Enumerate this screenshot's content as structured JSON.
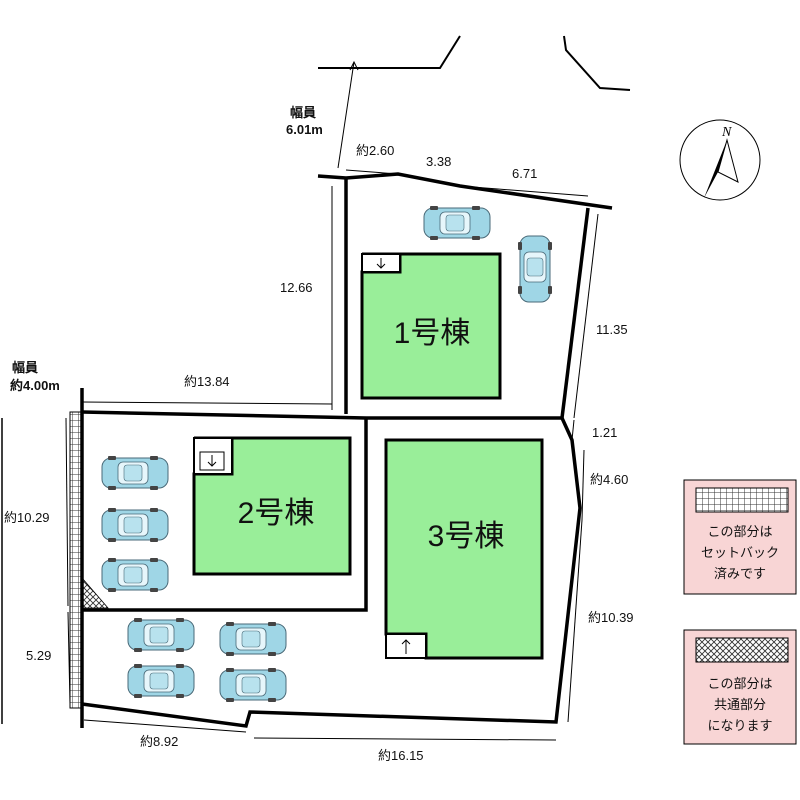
{
  "roads": {
    "north": {
      "label_line1": "幅員",
      "label_line2": "6.01m"
    },
    "west": {
      "label_line1": "幅員",
      "label_line2": "約4.00m"
    }
  },
  "compass": {
    "label": "N"
  },
  "buildings": {
    "b1": {
      "label": "1号棟"
    },
    "b2": {
      "label": "2号棟"
    },
    "b3": {
      "label": "3号棟"
    }
  },
  "dimensions": {
    "north_a": "約2.60",
    "north_b": "3.38",
    "north_c": "6.71",
    "lot1_west": "12.66",
    "lot_north_west": "約13.84",
    "east_top": "11.35",
    "east_mid_small": "1.21",
    "east_mid": "約4.60",
    "east_bottom": "約10.39",
    "west_top": "約10.29",
    "west_bottom": "5.29",
    "south_a": "約8.92",
    "south_b": "約16.15"
  },
  "legend": {
    "setback": {
      "line1": "この部分は",
      "line2": "セットバック",
      "line3": "済みです"
    },
    "shared": {
      "line1": "この部分は",
      "line2": "共通部分",
      "line3": "になります"
    }
  },
  "colors": {
    "building_fill": "#99ee99",
    "legend_fill": "#f8d5d5",
    "car_fill": "#9fd6e6",
    "outline": "#000000"
  }
}
